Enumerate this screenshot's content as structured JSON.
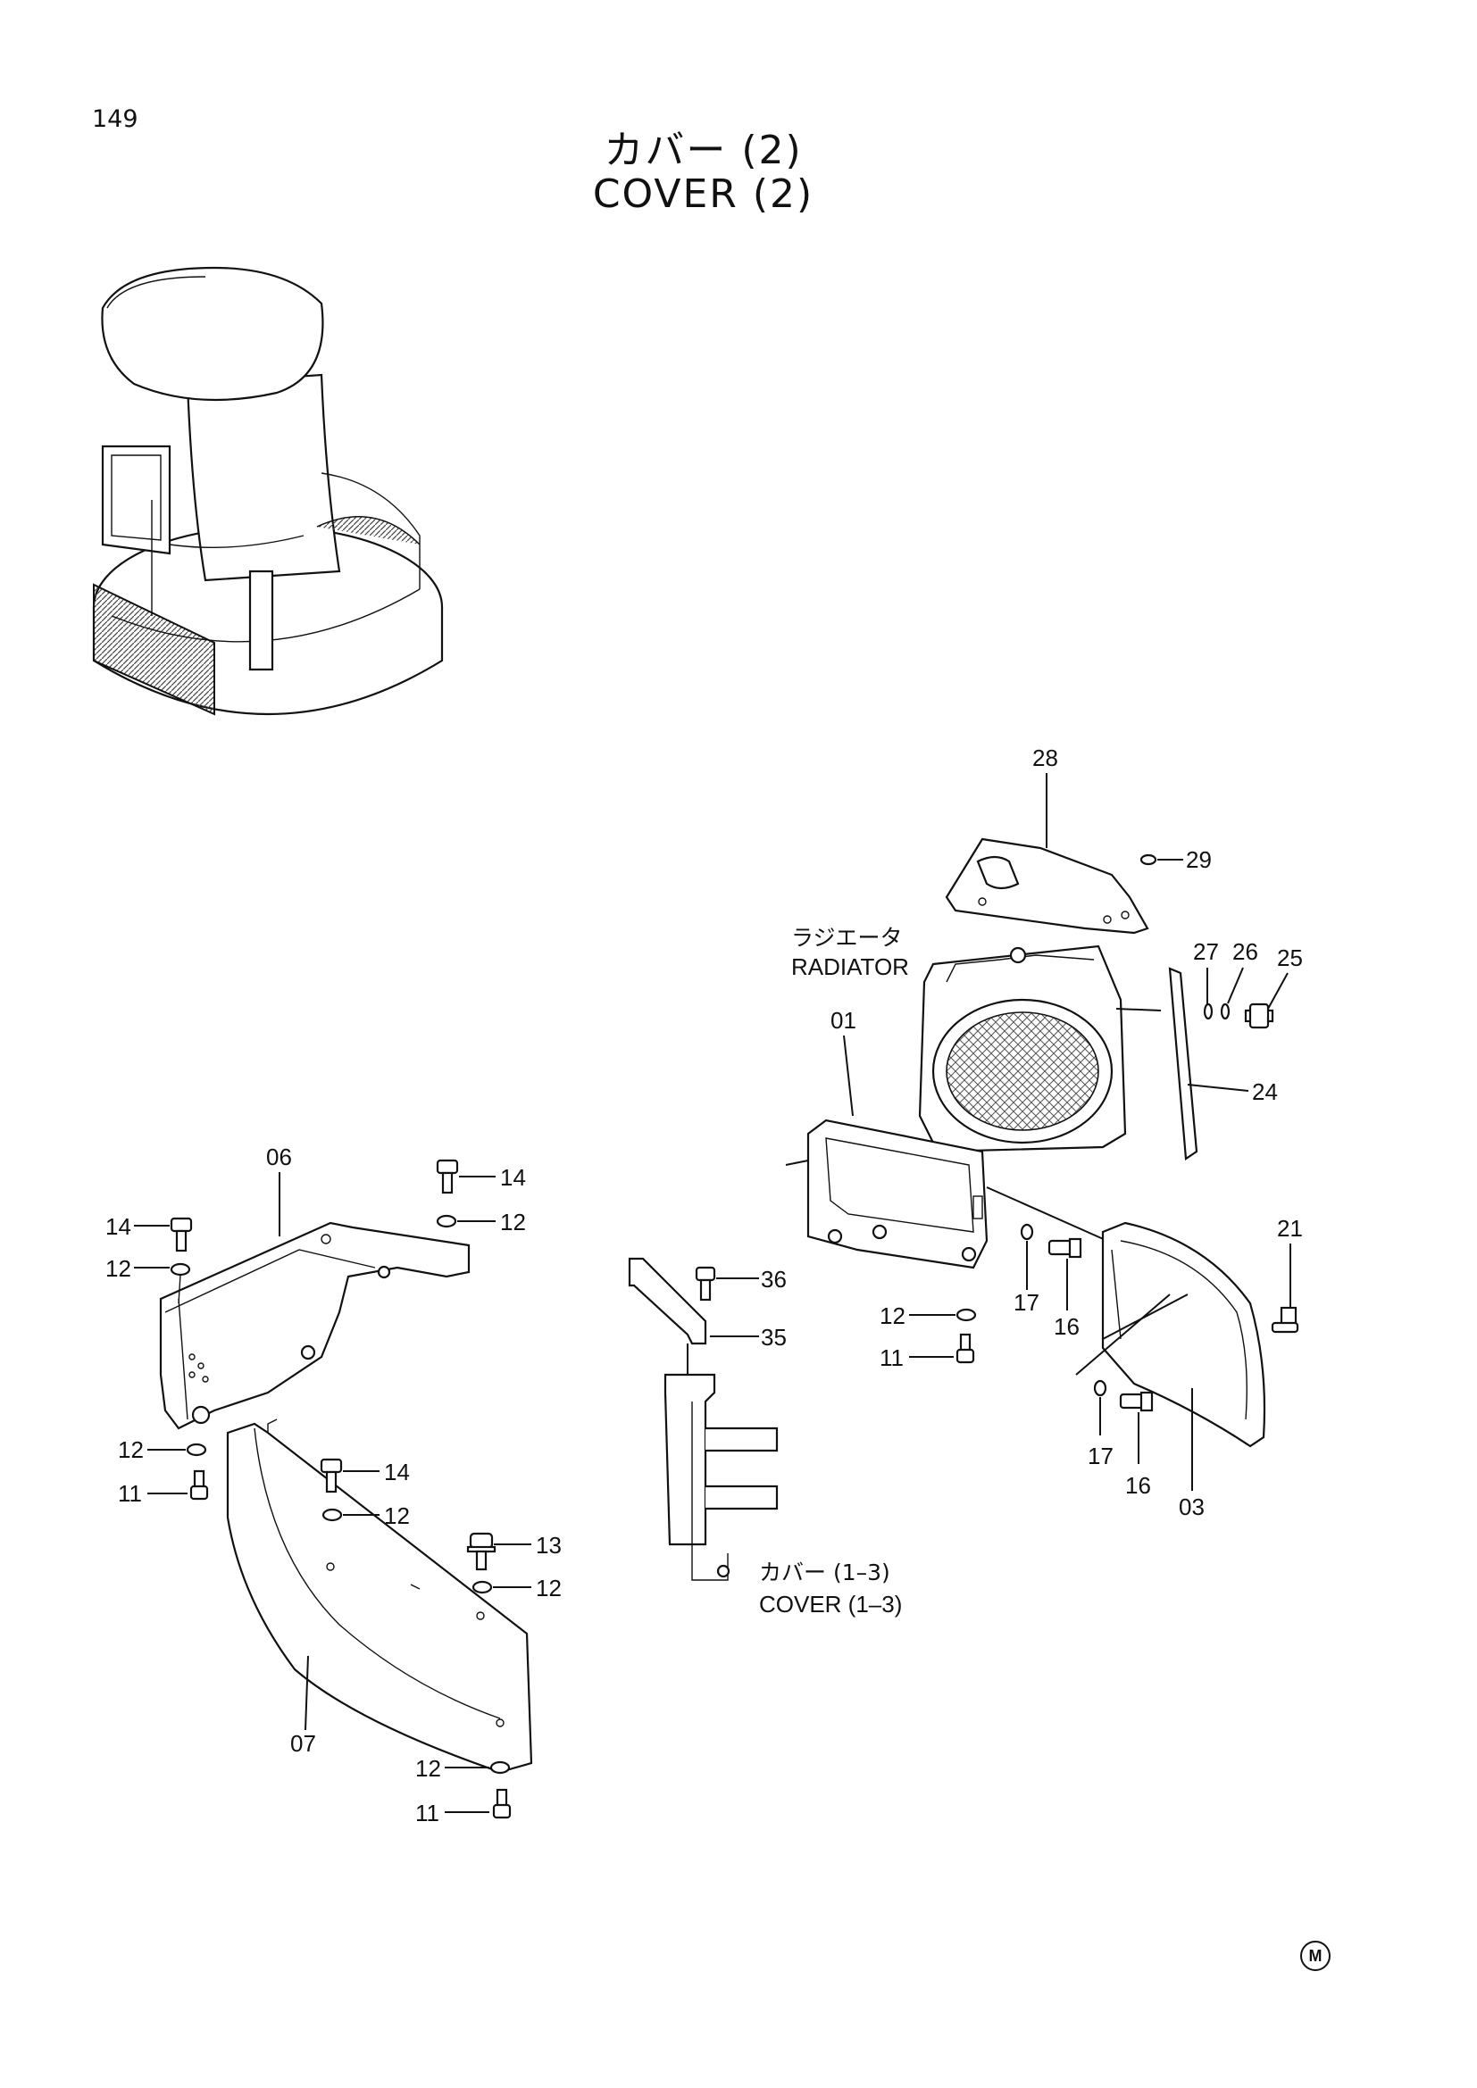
{
  "page": {
    "number": "149"
  },
  "title": {
    "japanese": "カバー (2)",
    "english": "COVER (2)"
  },
  "annotations": {
    "radiator_jp": "ラジエータ",
    "radiator_en": "RADIATOR",
    "cover_ref_jp": "カバー (1–3)",
    "cover_ref_en": "COVER (1–3)"
  },
  "callouts": {
    "c28": "28",
    "c29": "29",
    "c27": "27",
    "c26": "26",
    "c25": "25",
    "c24": "24",
    "c01": "01",
    "c21": "21",
    "c17a": "17",
    "c16a": "16",
    "c12a": "12",
    "c11a": "11",
    "c17b": "17",
    "c16b": "16",
    "c03": "03",
    "c36": "36",
    "c35": "35",
    "c06": "06",
    "c14a": "14",
    "c12b": "12",
    "c14b": "14",
    "c12c": "12",
    "c12d": "12",
    "c11b": "11",
    "c14c": "14",
    "c12e": "12",
    "c13": "13",
    "c12f": "12",
    "c07": "07",
    "c12g": "12",
    "c11c": "11"
  },
  "footer_mark": "M"
}
